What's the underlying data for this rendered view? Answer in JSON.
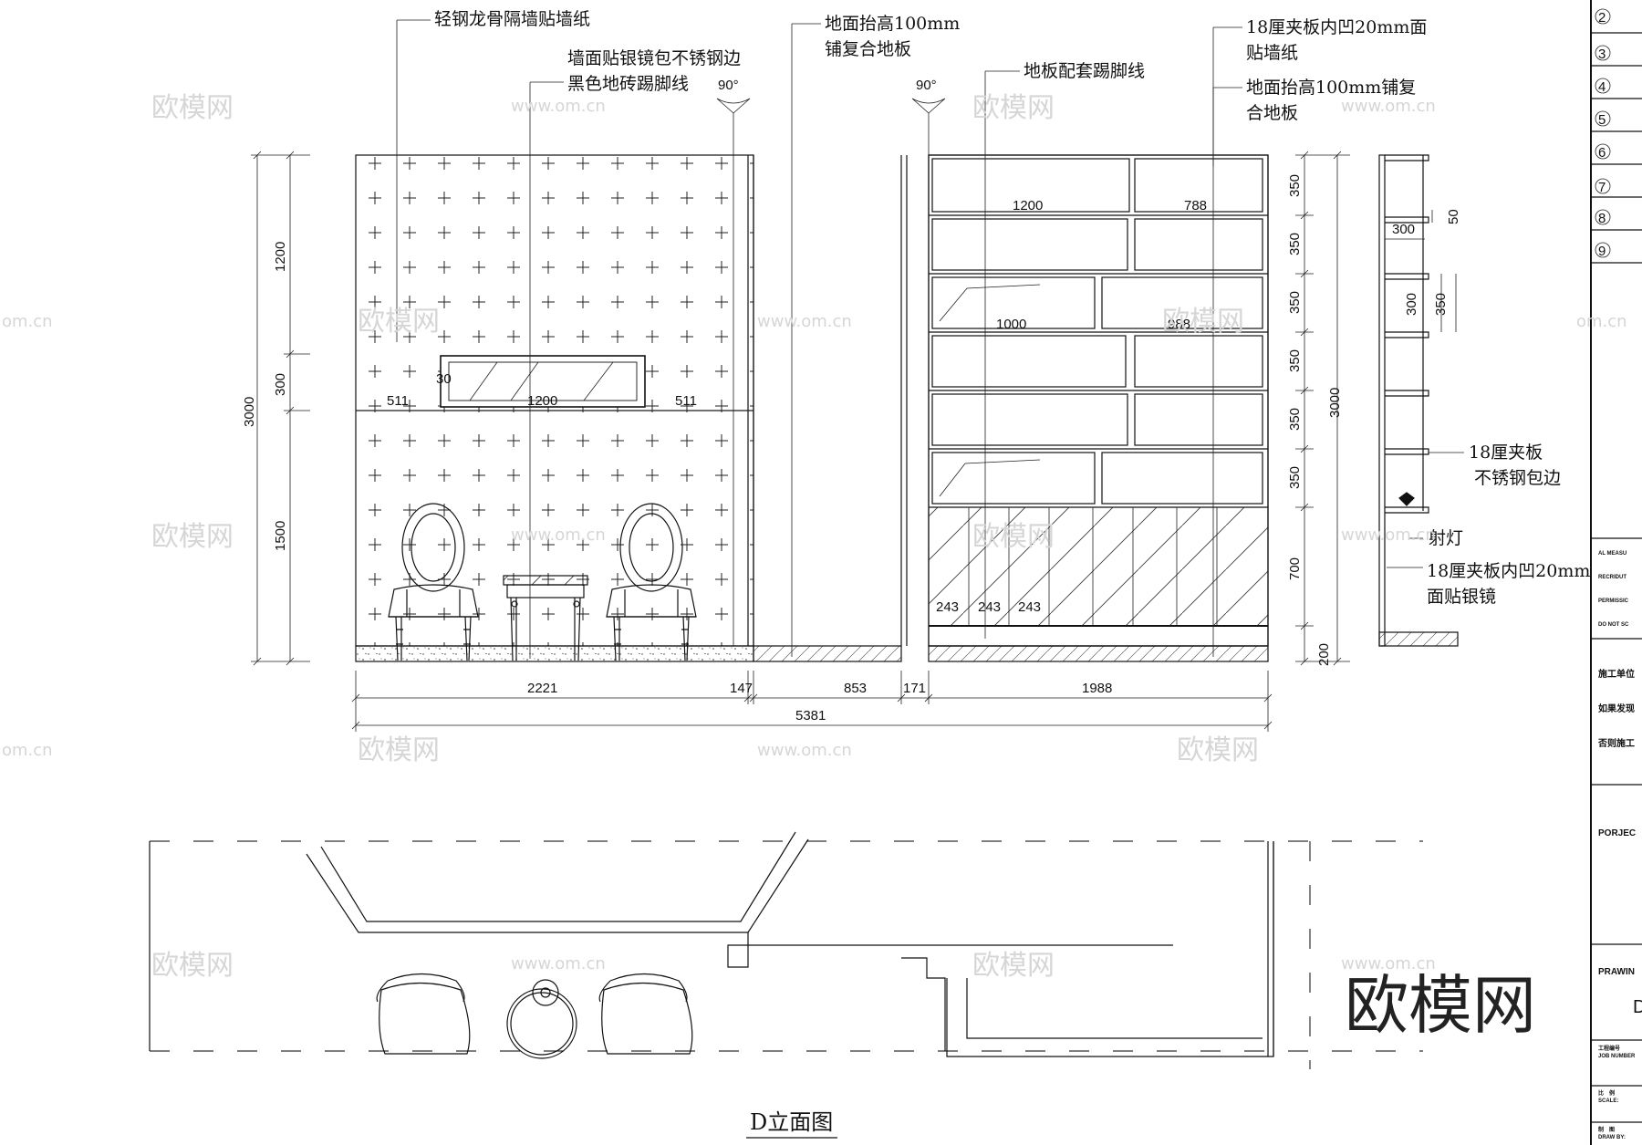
{
  "elevation_title": "D立面图",
  "labels": {
    "l1": "轻钢龙骨隔墙贴墙纸",
    "l2a": "墙面贴银镜包不锈钢边",
    "l2b": "黑色地砖踢脚线",
    "l3a": "地面抬高100mm",
    "l3b": "铺复合地板",
    "l4": "地板配套踢脚线",
    "l5a": "18厘夹板内凹20mm面",
    "l5b": "贴墙纸",
    "l6a": "地面抬高100mm铺复",
    "l6b": "合地板",
    "l7a": "18厘夹板",
    "l7b": "不锈钢包边",
    "l8": "射灯",
    "l9a": "18厘夹板内凹20mm",
    "l9b": "面贴银镜",
    "angle1": "90°",
    "angle2": "90°"
  },
  "dims": {
    "left_v": [
      "3000",
      "1200",
      "300",
      "1500"
    ],
    "mirror": [
      "30",
      "511",
      "1200",
      "511"
    ],
    "bottom": [
      "2221",
      "147",
      "853",
      "171",
      "1988"
    ],
    "total": "5381",
    "cab_inner": [
      "1200",
      "788",
      "1000",
      "988"
    ],
    "cab_base": [
      "243",
      "243",
      "243"
    ],
    "right_v": [
      "350",
      "350",
      "350",
      "350",
      "350",
      "350",
      "700",
      "200"
    ],
    "right_total": "3000",
    "shelf": [
      "300",
      "50",
      "300",
      "350"
    ]
  },
  "title_block": {
    "rows": [
      "2",
      "3",
      "4",
      "5",
      "6",
      "7",
      "8",
      "9"
    ],
    "notes": [
      "AL MEASU",
      "RECRIDUT",
      "PERMISSIC",
      "DO NOT SC"
    ],
    "cn_notes": [
      "施工单位",
      "如果发现",
      "否则施工"
    ],
    "project": "PORJEC",
    "drawing": "PRAWIN",
    "drawing_no": "D",
    "job": [
      "工程编号",
      "JOB NUMBER"
    ],
    "scale": [
      "比　例",
      "SCALE:"
    ],
    "draw": [
      "制　图",
      "DRAW BY:"
    ]
  },
  "watermark": {
    "brand": "欧模网",
    "url": "www.om.cn",
    "domain": "om.cn"
  }
}
